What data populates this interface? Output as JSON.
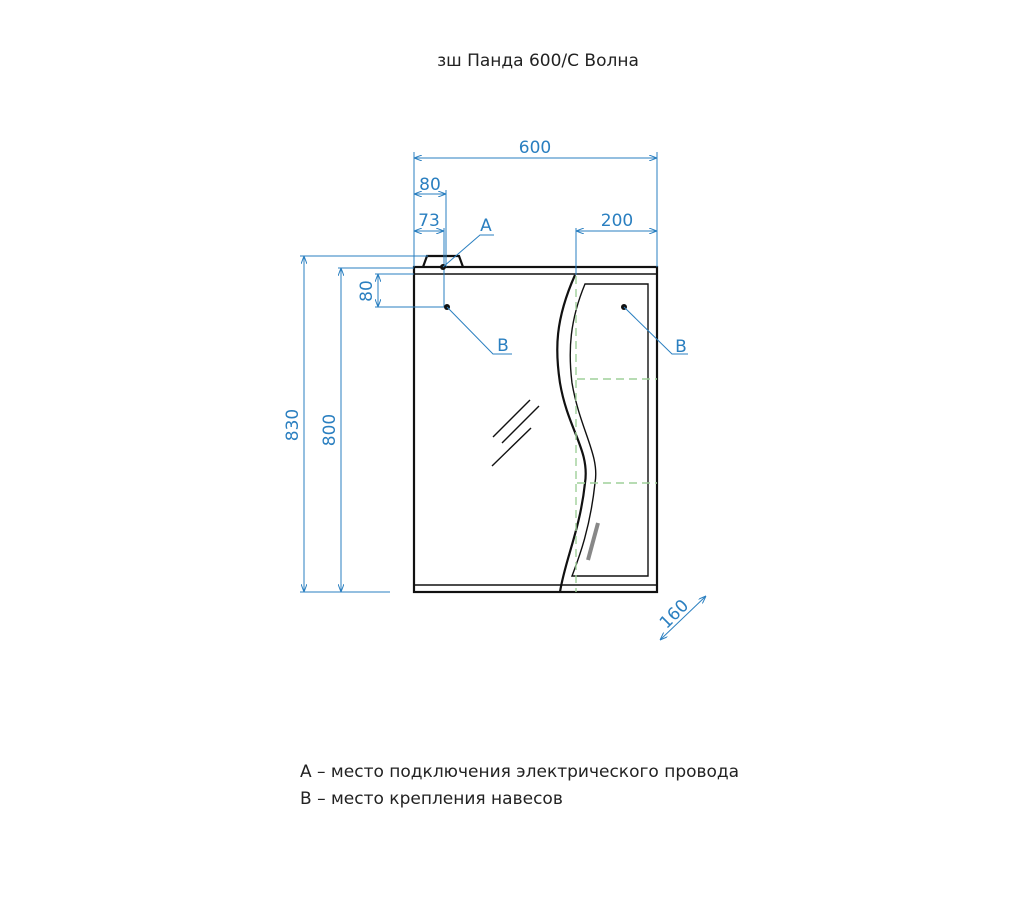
{
  "title": "зш Панда 600/С Волна",
  "dimensions": {
    "width": "600",
    "lamp_offset": "80",
    "lamp_center": "73",
    "right_section": "200",
    "total_height": "830",
    "body_height": "800",
    "mount_offset": "80",
    "depth": "160"
  },
  "markers": {
    "a": "A",
    "b_left": "B",
    "b_right": "B"
  },
  "legend": [
    "A – место подключения электрического провода",
    "B – место крепления навесов"
  ],
  "colors": {
    "dimension": "#2a7fc0",
    "outline": "#111111",
    "shelf": "#9fd09a"
  }
}
